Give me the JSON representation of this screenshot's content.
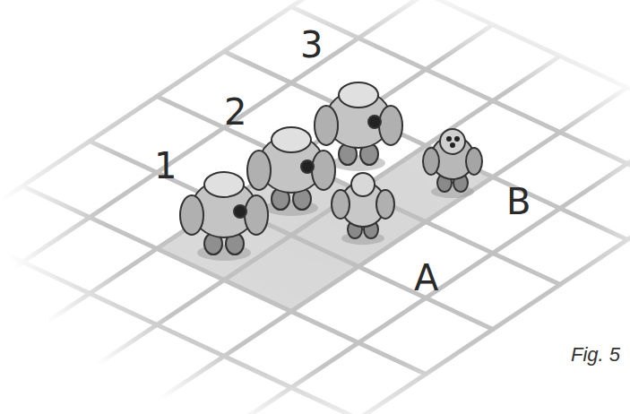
{
  "diagram": {
    "caption": "Fig. 5",
    "labels": [
      "1",
      "2",
      "3",
      "A",
      "B"
    ]
  }
}
